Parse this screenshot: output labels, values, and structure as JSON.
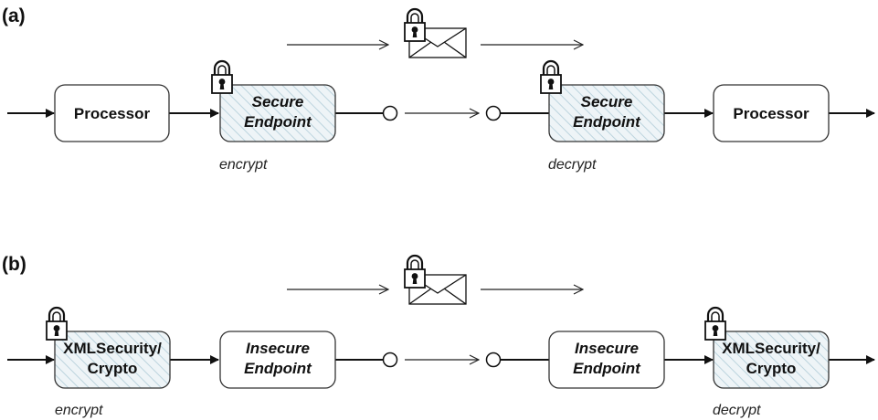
{
  "panels": [
    {
      "label": "(a)",
      "boxes": [
        {
          "lines": [
            "Processor"
          ],
          "secure": false,
          "italic": false,
          "lock": false
        },
        {
          "lines": [
            "Secure",
            "Endpoint"
          ],
          "secure": true,
          "italic": true,
          "lock": true
        },
        {
          "lines": [
            "Secure",
            "Endpoint"
          ],
          "secure": true,
          "italic": true,
          "lock": true
        },
        {
          "lines": [
            "Processor"
          ],
          "secure": false,
          "italic": false,
          "lock": false
        }
      ],
      "encrypt_label": "encrypt",
      "decrypt_label": "decrypt"
    },
    {
      "label": "(b)",
      "boxes": [
        {
          "lines": [
            "XMLSecurity/",
            "Crypto"
          ],
          "secure": true,
          "italic": false,
          "lock": true
        },
        {
          "lines": [
            "Insecure",
            "Endpoint"
          ],
          "secure": false,
          "italic": true,
          "lock": false
        },
        {
          "lines": [
            "Insecure",
            "Endpoint"
          ],
          "secure": false,
          "italic": true,
          "lock": false
        },
        {
          "lines": [
            "XMLSecurity/",
            "Crypto"
          ],
          "secure": true,
          "italic": false,
          "lock": true
        }
      ],
      "encrypt_label": "encrypt",
      "decrypt_label": "decrypt"
    }
  ],
  "icons": {
    "lock": "padlock-icon",
    "message": "envelope-icon"
  },
  "colors": {
    "box_stroke": "#333333",
    "secure_fill": "#eef4f7",
    "hatch": "#bcd4de",
    "line": "#111111"
  }
}
